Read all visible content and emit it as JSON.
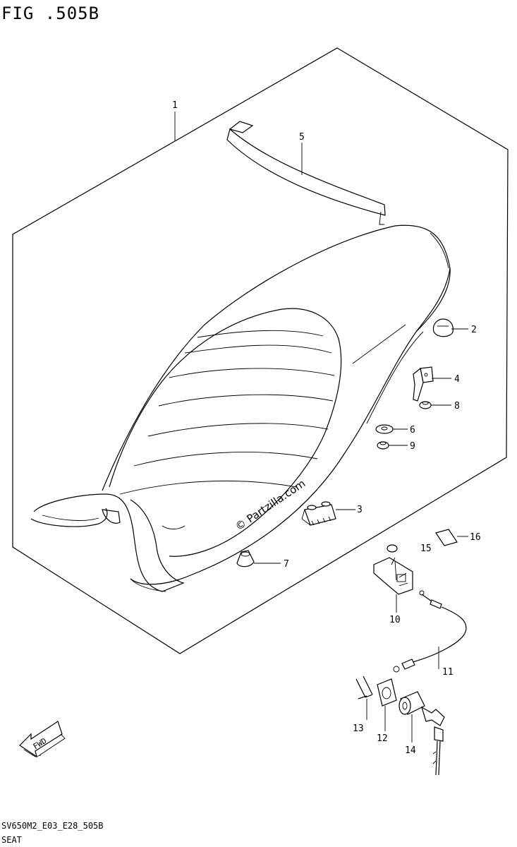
{
  "figure": {
    "title": "FIG .505B",
    "watermark": "© Partzilla.com",
    "footer_code": "SV650M2_E03_E28_505B",
    "footer_name": "SEAT"
  },
  "callouts": [
    "1",
    "2",
    "3",
    "4",
    "5",
    "6",
    "7",
    "8",
    "9",
    "10",
    "11",
    "12",
    "13",
    "14",
    "15",
    "16"
  ],
  "fwd_label": "FWD"
}
